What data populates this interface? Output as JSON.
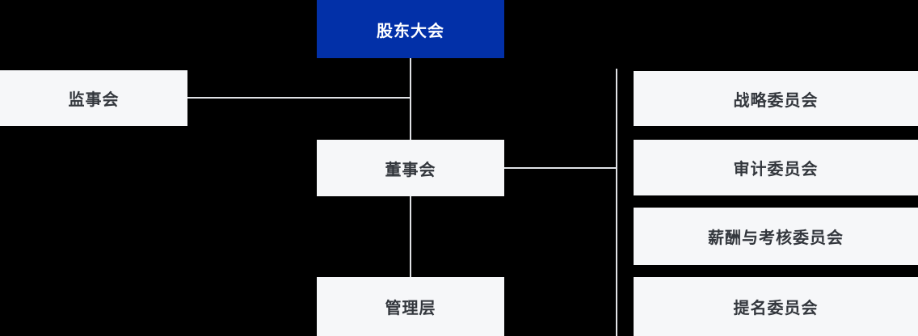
{
  "diagram": {
    "type": "org-chart",
    "nodes": {
      "shareholders": {
        "label": "股东大会"
      },
      "supervisors": {
        "label": "监事会"
      },
      "board": {
        "label": "董事会"
      },
      "management": {
        "label": "管理层"
      }
    },
    "committees": [
      {
        "label": "战略委员会"
      },
      {
        "label": "审计委员会"
      },
      {
        "label": "薪酬与考核委员会"
      },
      {
        "label": "提名委员会"
      }
    ],
    "edges": [
      {
        "from": "股东大会",
        "to": "董事会"
      },
      {
        "from": "股东大会",
        "to": "监事会"
      },
      {
        "from": "董事会",
        "to": "管理层"
      },
      {
        "from": "董事会",
        "to": "战略委员会"
      },
      {
        "from": "董事会",
        "to": "审计委员会"
      },
      {
        "from": "董事会",
        "to": "薪酬与考核委员会"
      },
      {
        "from": "董事会",
        "to": "提名委员会"
      }
    ],
    "colors": {
      "background": "#000000",
      "root_node_bg": "#0230a8",
      "root_node_text": "#ffffff",
      "node_bg": "#f6f7f9",
      "node_text": "#33373d",
      "connector": "#e0e2e6"
    }
  }
}
